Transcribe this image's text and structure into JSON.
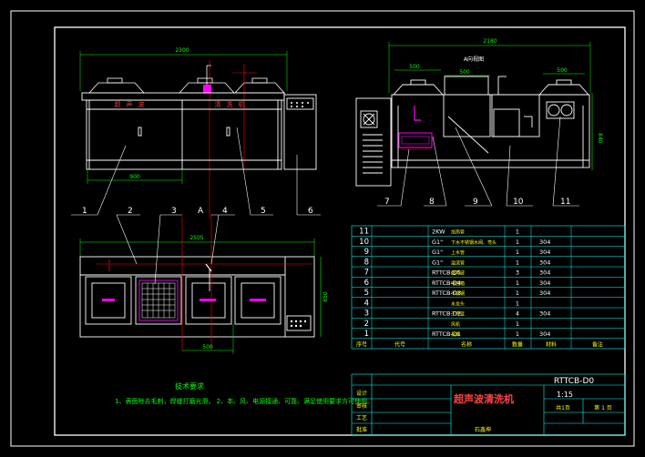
{
  "colors": {
    "background": "#000000",
    "frame": "#ffffff",
    "equipment": "#ffffff",
    "centerline": "#ff0000",
    "dimension": "#00ff00",
    "leader": "#ffffff",
    "text_yellow": "#ffff00",
    "text_red": "#ff3333",
    "text_green": "#00ff00",
    "title_red": "#ff4040",
    "magenta": "#ff00ff",
    "table_line": "#00ffff"
  },
  "front_view": {
    "width_dim": "2300",
    "sub_dim": "900",
    "label_left": "超声波",
    "label_right": "清洗机",
    "callouts": [
      "1",
      "5",
      "6"
    ]
  },
  "side_view": {
    "width_dim": "2180",
    "dim_a": "500",
    "dim_b": "500",
    "dim_c": "500",
    "height_dim": "840",
    "label_top": "A向视图",
    "callouts": [
      "7",
      "8",
      "9",
      "10",
      "11"
    ]
  },
  "plan_view": {
    "width_dim": "2505",
    "depth_dim": "850",
    "sub_dim": "500",
    "callouts": [
      "2",
      "3",
      "4"
    ],
    "section_marker": "A"
  },
  "tech_req": {
    "title": "技术要求",
    "text": "1、表面除去毛刺，焊缝打磨光滑。  2、本、风、电源接通、可靠、满足使用要求方可使用。"
  },
  "bom": {
    "rows": [
      {
        "no": "11",
        "code": "2KW",
        "name": "加热管",
        "qty": "1",
        "material": ""
      },
      {
        "no": "10",
        "code": "G1\"",
        "name": "下水不锈钢水阀、弯头",
        "qty": "1",
        "material": "304"
      },
      {
        "no": "9",
        "code": "G1\"",
        "name": "上水管",
        "qty": "1",
        "material": "304"
      },
      {
        "no": "8",
        "code": "G1\"",
        "name": "溢流管",
        "qty": "1",
        "material": "304"
      },
      {
        "no": "7",
        "code": "RTTCB-D5",
        "name": "超声波",
        "qty": "3",
        "material": "304"
      },
      {
        "no": "6",
        "code": "RTTCB-D4",
        "name": "电控箱",
        "qty": "1",
        "material": "304"
      },
      {
        "no": "5",
        "code": "RTTCB-D3",
        "name": "不锈钢",
        "qty": "1",
        "material": "304"
      },
      {
        "no": "4",
        "code": "",
        "name": "水龙头",
        "qty": "1",
        "material": ""
      },
      {
        "no": "3",
        "code": "RTTCB-D2",
        "name": "工件篮",
        "qty": "4",
        "material": "304"
      },
      {
        "no": "2",
        "code": "",
        "name": "风机",
        "qty": "1",
        "material": ""
      },
      {
        "no": "1",
        "code": "RTTCB-D1",
        "name": "机架",
        "qty": "1",
        "material": "304"
      }
    ],
    "header": {
      "no": "序号",
      "code": "代号",
      "name": "名称",
      "qty": "数量",
      "material": "材料",
      "remark": "备注"
    }
  },
  "title_block": {
    "design_label": "设计",
    "check_label": "审核",
    "process_label": "工艺",
    "approve_label": "批准",
    "drawing_title": "超声波清洗机",
    "drawing_no": "RTTCB-D0",
    "scale": "1:15",
    "sheets_total": "共1页",
    "sheet_no": "第 1 页",
    "approve_text": "石鑫坤"
  }
}
